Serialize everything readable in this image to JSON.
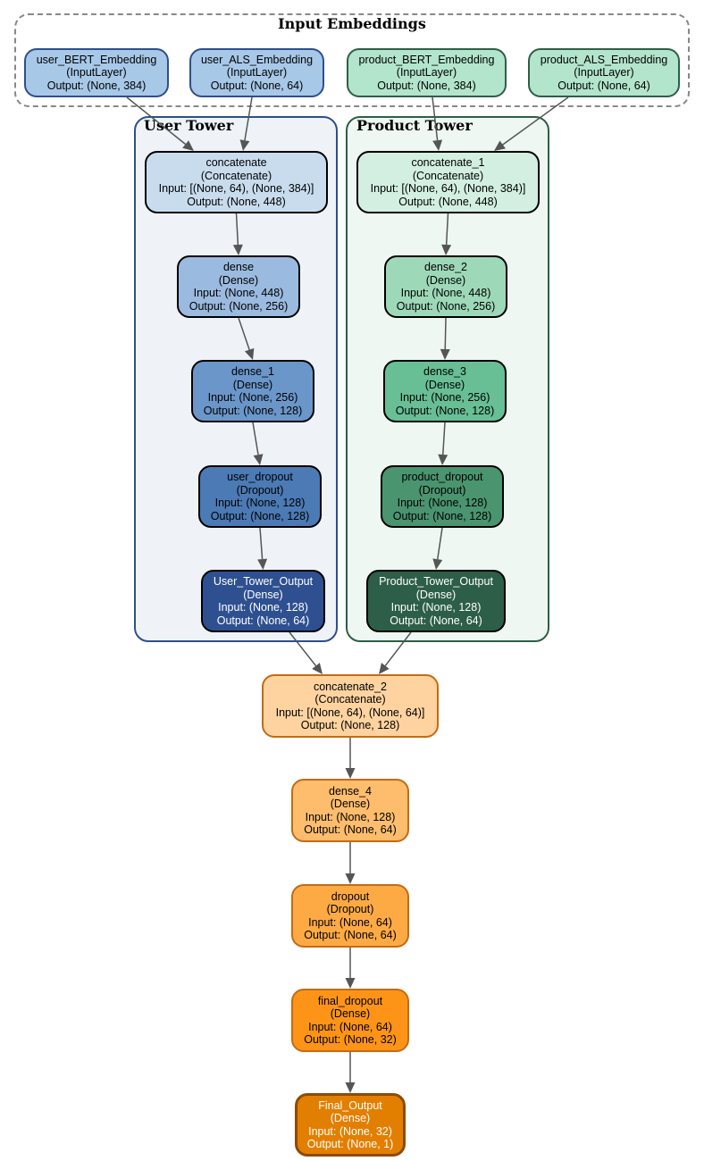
{
  "clusters": {
    "input": {
      "title": "Input Embeddings"
    },
    "user": {
      "title": "User Tower"
    },
    "product": {
      "title": "Product Tower"
    }
  },
  "nodes": [
    {
      "id": "user_bert",
      "lines": [
        "user_BERT_Embedding",
        "(InputLayer)",
        "Output: (None, 384)"
      ],
      "fill": "#a8c8e8",
      "border": "#2e4f8c",
      "text": "#000000"
    },
    {
      "id": "user_als",
      "lines": [
        "user_ALS_Embedding",
        "(InputLayer)",
        "Output: (None, 64)"
      ],
      "fill": "#a8c8e8",
      "border": "#2e4f8c",
      "text": "#000000"
    },
    {
      "id": "product_bert",
      "lines": [
        "product_BERT_Embedding",
        "(InputLayer)",
        "Output: (None, 384)"
      ],
      "fill": "#b2e5cc",
      "border": "#2e5e48",
      "text": "#000000"
    },
    {
      "id": "product_als",
      "lines": [
        "product_ALS_Embedding",
        "(InputLayer)",
        "Output: (None, 64)"
      ],
      "fill": "#b2e5cc",
      "border": "#2e5e48",
      "text": "#000000"
    },
    {
      "id": "concatenate",
      "lines": [
        "concatenate",
        "(Concatenate)",
        "Input: [(None, 64), (None, 384)]",
        "Output: (None, 448)"
      ],
      "fill": "#c9dcee",
      "border": "#000000",
      "text": "#000000"
    },
    {
      "id": "dense",
      "lines": [
        "dense",
        "(Dense)",
        "Input: (None, 448)",
        "Output: (None, 256)"
      ],
      "fill": "#9bbadf",
      "border": "#000000",
      "text": "#000000"
    },
    {
      "id": "dense_1",
      "lines": [
        "dense_1",
        "(Dense)",
        "Input: (None, 256)",
        "Output: (None, 128)"
      ],
      "fill": "#6b96c9",
      "border": "#000000",
      "text": "#000000"
    },
    {
      "id": "user_dropout",
      "lines": [
        "user_dropout",
        "(Dropout)",
        "Input: (None, 128)",
        "Output: (None, 128)"
      ],
      "fill": "#4c7ab4",
      "border": "#000000",
      "text": "#000000"
    },
    {
      "id": "user_tower_output",
      "lines": [
        "User_Tower_Output",
        "(Dense)",
        "Input: (None, 128)",
        "Output: (None, 64)"
      ],
      "fill": "#2e5090",
      "border": "#000000",
      "text": "#ffffff"
    },
    {
      "id": "concatenate_1",
      "lines": [
        "concatenate_1",
        "(Concatenate)",
        "Input: [(None, 64), (None, 384)]",
        "Output: (None, 448)"
      ],
      "fill": "#d2efe1",
      "border": "#000000",
      "text": "#000000"
    },
    {
      "id": "dense_2",
      "lines": [
        "dense_2",
        "(Dense)",
        "Input: (None, 448)",
        "Output: (None, 256)"
      ],
      "fill": "#9dd9b8",
      "border": "#000000",
      "text": "#000000"
    },
    {
      "id": "dense_3",
      "lines": [
        "dense_3",
        "(Dense)",
        "Input: (None, 256)",
        "Output: (None, 128)"
      ],
      "fill": "#68bf95",
      "border": "#000000",
      "text": "#000000"
    },
    {
      "id": "product_dropout",
      "lines": [
        "product_dropout",
        "(Dropout)",
        "Input: (None, 128)",
        "Output: (None, 128)"
      ],
      "fill": "#4a9470",
      "border": "#000000",
      "text": "#000000"
    },
    {
      "id": "product_tower_output",
      "lines": [
        "Product_Tower_Output",
        "(Dense)",
        "Input: (None, 128)",
        "Output: (None, 64)"
      ],
      "fill": "#2d5e48",
      "border": "#000000",
      "text": "#ffffff"
    },
    {
      "id": "concatenate_2",
      "lines": [
        "concatenate_2",
        "(Concatenate)",
        "Input: [(None, 64), (None, 64)]",
        "Output: (None, 128)"
      ],
      "fill": "#fed39f",
      "border": "#c56a14",
      "text": "#000000"
    },
    {
      "id": "dense_4",
      "lines": [
        "dense_4",
        "(Dense)",
        "Input: (None, 128)",
        "Output: (None, 64)"
      ],
      "fill": "#fdbd6d",
      "border": "#c56a14",
      "text": "#000000"
    },
    {
      "id": "dropout",
      "lines": [
        "dropout",
        "(Dropout)",
        "Input: (None, 64)",
        "Output: (None, 64)"
      ],
      "fill": "#fdaa45",
      "border": "#c56a14",
      "text": "#000000"
    },
    {
      "id": "final_dropout",
      "lines": [
        "final_dropout",
        "(Dense)",
        "Input: (None, 64)",
        "Output: (None, 32)"
      ],
      "fill": "#fd9417",
      "border": "#c56a14",
      "text": "#000000"
    },
    {
      "id": "final_output",
      "lines": [
        "Final_Output",
        "(Dense)",
        "Input: (None, 32)",
        "Output: (None, 1)"
      ],
      "fill": "#e37f00",
      "border": "#8c4a0a",
      "text": "#ffffff"
    }
  ],
  "edges": [
    [
      "user_bert",
      "concatenate"
    ],
    [
      "user_als",
      "concatenate"
    ],
    [
      "product_bert",
      "concatenate_1"
    ],
    [
      "product_als",
      "concatenate_1"
    ],
    [
      "concatenate",
      "dense"
    ],
    [
      "dense",
      "dense_1"
    ],
    [
      "dense_1",
      "user_dropout"
    ],
    [
      "user_dropout",
      "user_tower_output"
    ],
    [
      "concatenate_1",
      "dense_2"
    ],
    [
      "dense_2",
      "dense_3"
    ],
    [
      "dense_3",
      "product_dropout"
    ],
    [
      "product_dropout",
      "product_tower_output"
    ],
    [
      "user_tower_output",
      "concatenate_2"
    ],
    [
      "product_tower_output",
      "concatenate_2"
    ],
    [
      "concatenate_2",
      "dense_4"
    ],
    [
      "dense_4",
      "dropout"
    ],
    [
      "dropout",
      "final_dropout"
    ],
    [
      "final_dropout",
      "final_output"
    ]
  ],
  "colors": {
    "edge": "#555555",
    "input_cluster_border": "#888888",
    "user_cluster_fill": "#eff3f8",
    "user_cluster_border": "#2e4f8c",
    "product_cluster_fill": "#eef7f2",
    "product_cluster_border": "#2e5e48"
  }
}
